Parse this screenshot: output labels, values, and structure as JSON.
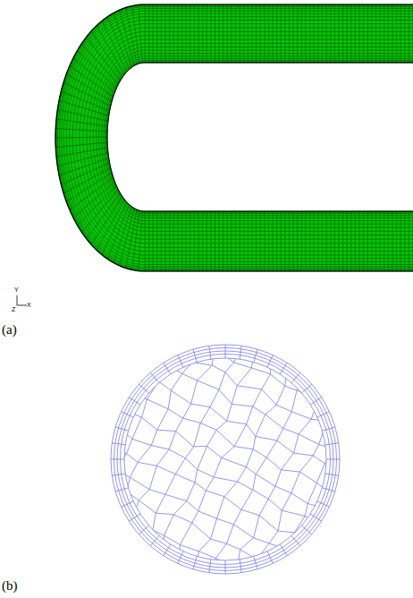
{
  "diagram": {
    "labels": [
      "(a)",
      "(b)",
      "Y",
      "Z",
      "X"
    ]
  }
}
